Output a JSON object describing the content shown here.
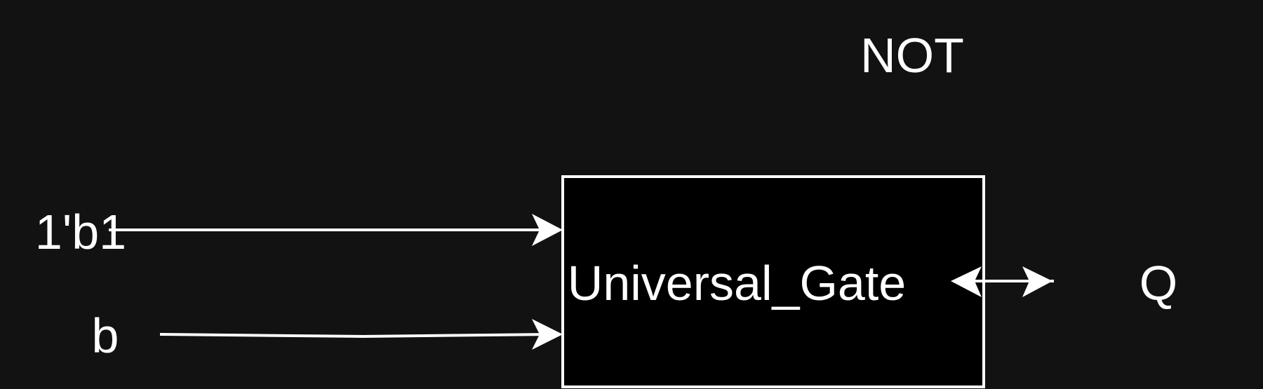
{
  "diagram": {
    "title": "NOT",
    "gate": {
      "label": "Universal_Gate"
    },
    "inputs": [
      {
        "label": "1'b1"
      },
      {
        "label": "b"
      }
    ],
    "output": {
      "label": "Q"
    }
  },
  "colors": {
    "background": "#121212",
    "block_fill": "#000000",
    "stroke": "#ffffff",
    "text": "#ffffff"
  }
}
